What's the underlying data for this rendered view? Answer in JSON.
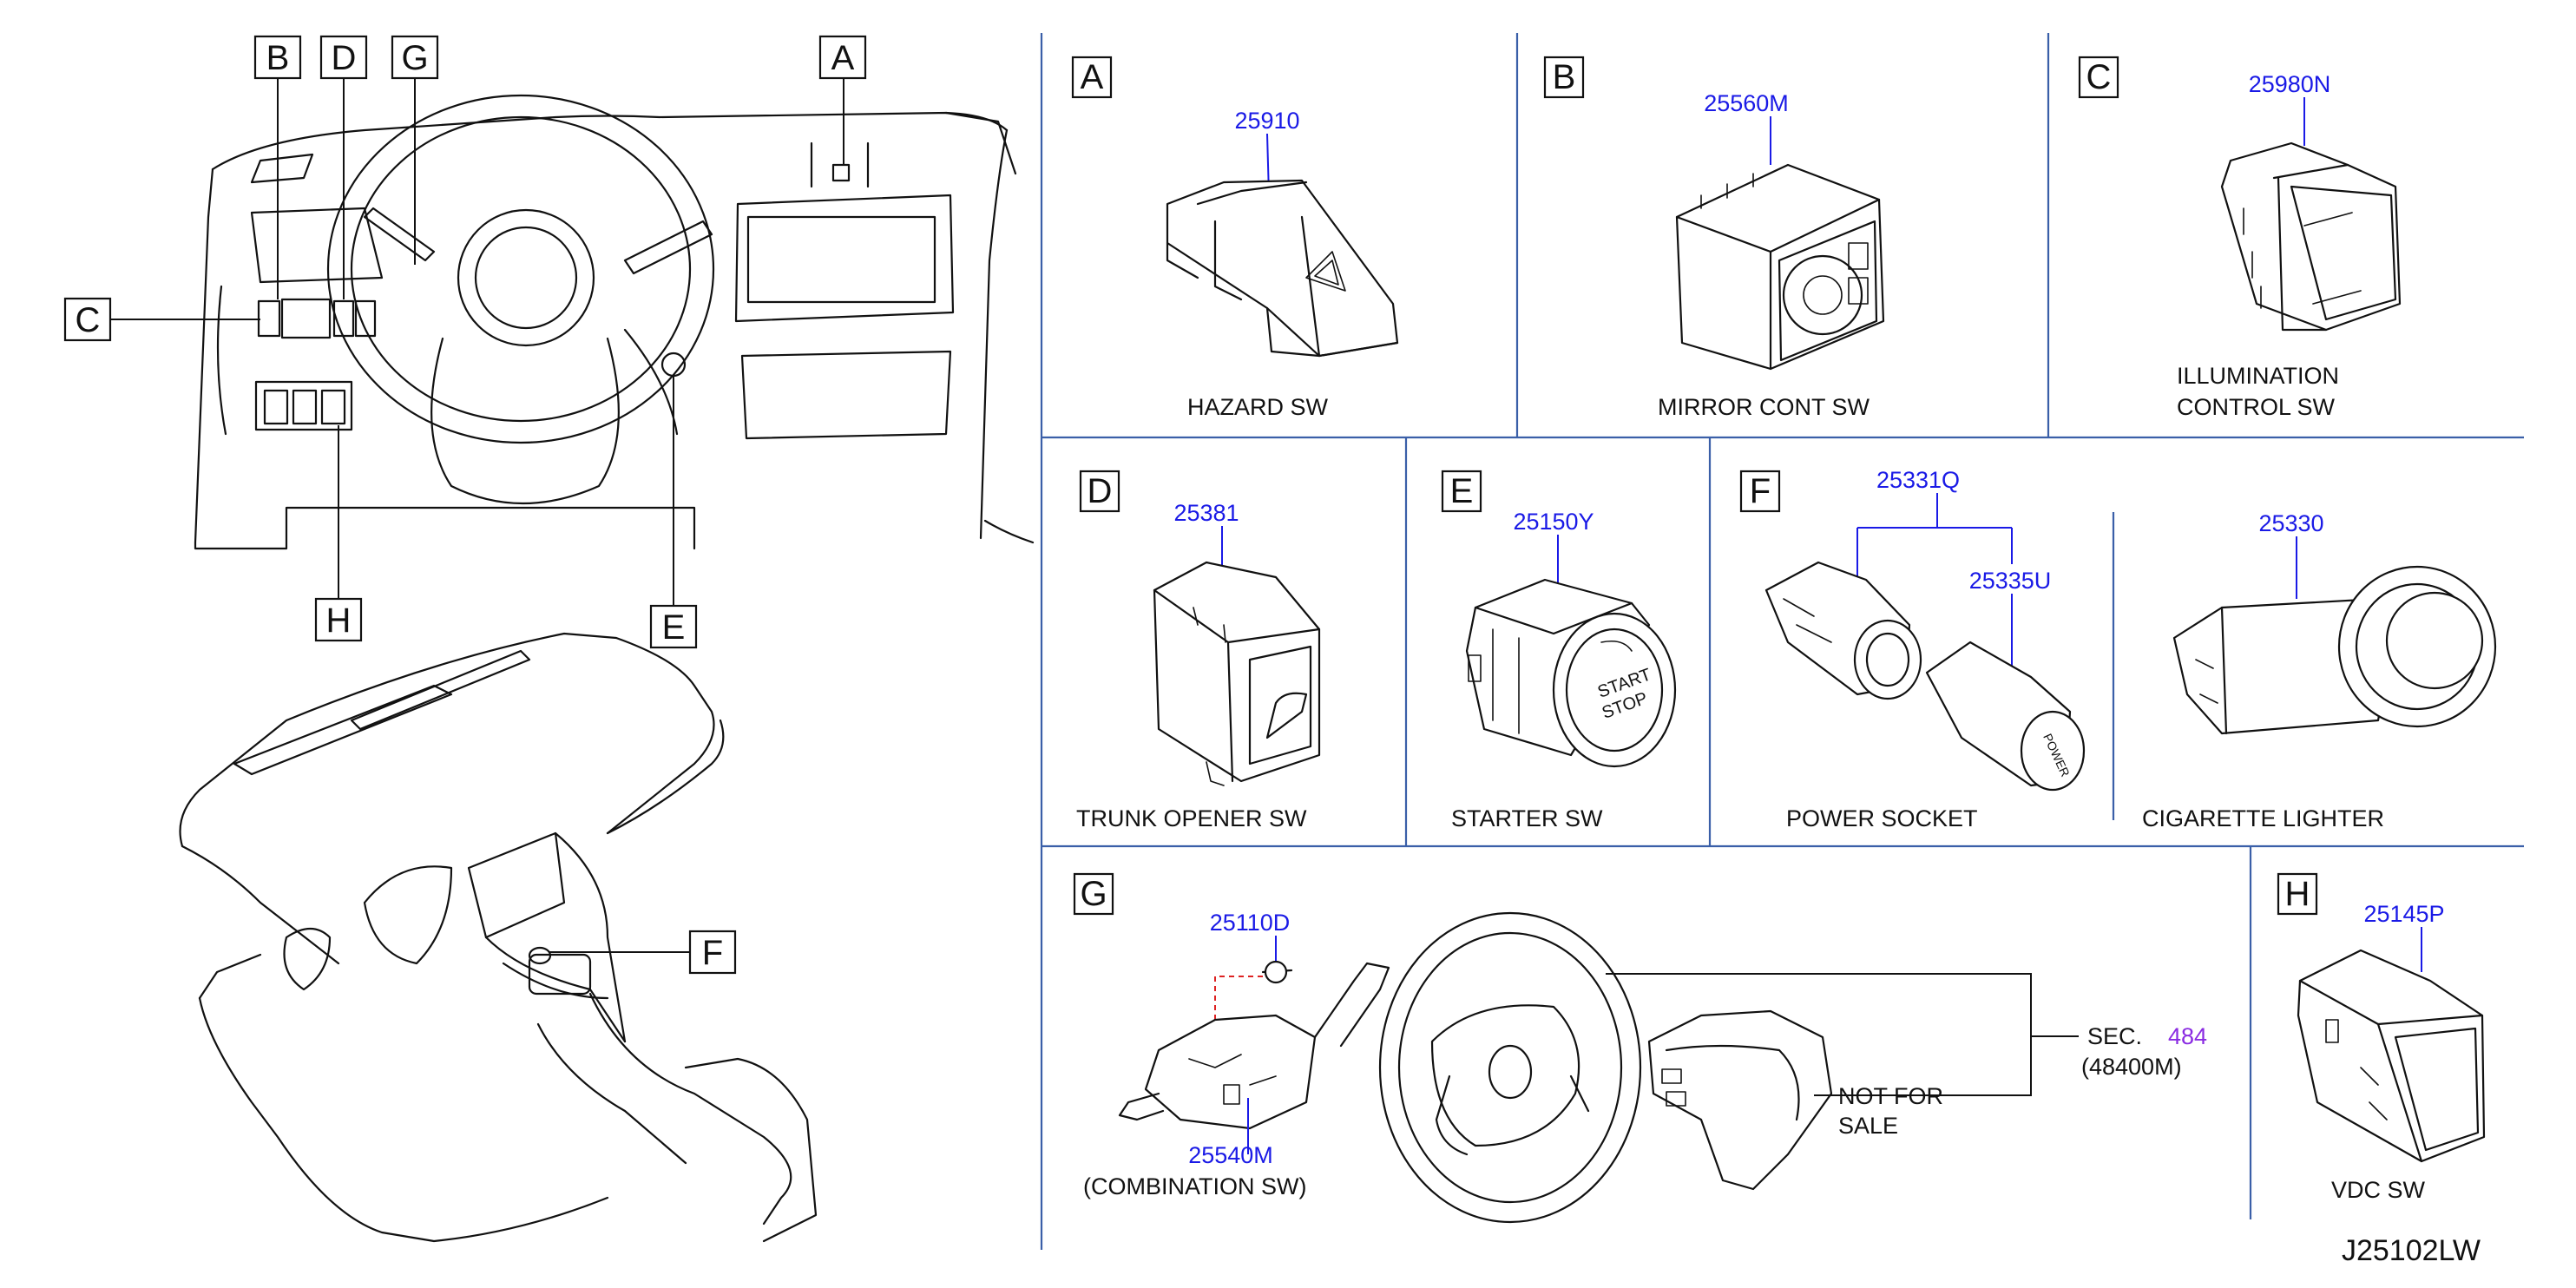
{
  "callouts": {
    "a": "A",
    "b": "B",
    "c": "C",
    "d": "D",
    "e": "E",
    "f": "F",
    "g": "G",
    "h": "H"
  },
  "panels": {
    "a": {
      "letter": "A",
      "part": "25910",
      "name": "HAZARD   SW"
    },
    "b": {
      "letter": "B",
      "part": "25560M",
      "name": "MIRROR   CONT   SW"
    },
    "c": {
      "letter": "C",
      "part": "25980N",
      "name_line1": "ILLUMINATION",
      "name_line2": "CONTROL   SW"
    },
    "d": {
      "letter": "D",
      "part": "25381",
      "name": "TRUNK   OPENER   SW"
    },
    "e": {
      "letter": "E",
      "part": "25150Y",
      "name": "STARTER   SW",
      "button_line1": "START",
      "button_line2": "STOP"
    },
    "f": {
      "letter": "F",
      "part_socket_assy": "25331Q",
      "part_socket_cap": "25335U",
      "part_lighter": "25330",
      "name_socket": "POWER   SOCKET",
      "name_lighter": "CIGARETTE   LIGHTER"
    },
    "g": {
      "letter": "G",
      "part_screw": "25110D",
      "part_combination": "25540M",
      "name": "(COMBINATION   SW)",
      "sec_label": "SEC.",
      "sec_number": "484",
      "sec_part": "(48400M)",
      "note_line1": "NOT   FOR",
      "note_line2": "SALE"
    },
    "h": {
      "letter": "H",
      "part": "25145P",
      "name": "VDC   SW"
    }
  },
  "drawing_code": "J25102LW",
  "colors": {
    "part_number": "#1a1ae6",
    "section_ref": "#8a2be2",
    "divider": "#3a5fa8",
    "line": "#111111",
    "leader_dashed": "#dd2222"
  }
}
